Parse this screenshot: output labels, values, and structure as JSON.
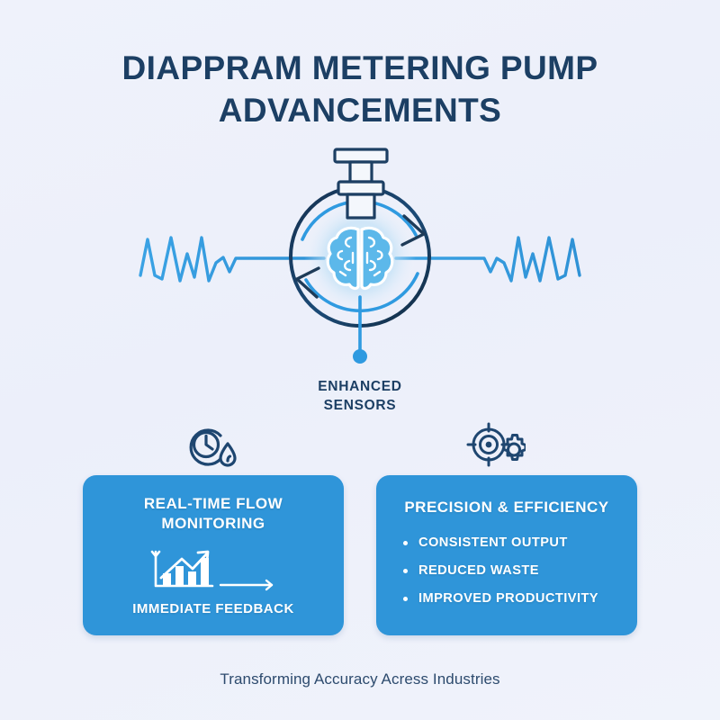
{
  "colors": {
    "background": "#eef1fa",
    "title_navy": "#1c3f64",
    "card_blue": "#2f95d9",
    "accent_blue": "#2f9ae0",
    "icon_navy": "#1e4670",
    "white": "#ffffff"
  },
  "header": {
    "title_line1": "DIAPPRAM METERING PUMP",
    "title_line2": "ADVANCEMENTS"
  },
  "hero": {
    "icon_name": "smart-pump-brain-waveform",
    "center_icon": "brain-icon",
    "label_line1": "ENHANCED",
    "label_line2": "SENSORS"
  },
  "feature_icons": [
    {
      "name": "clock-droplet-icon"
    },
    {
      "name": "target-gear-icon"
    }
  ],
  "cards": [
    {
      "id": "real-time-flow-monitoring",
      "title_line1": "REAL-TIME FLOW",
      "title_line2": "MONITORING",
      "icon_name": "bar-chart-trend-icon",
      "footer": "IMMEDIATE FEEDBACK"
    },
    {
      "id": "precision-efficiency",
      "title": "PRECISION & EFFICIENCY",
      "bullets": [
        "CONSISTENT OUTPUT",
        "REDUCED WASTE",
        "IMPROVED PRODUCTIVITY"
      ]
    }
  ],
  "footer": {
    "tagline": "Transforming Accuracy Acress Industries"
  }
}
